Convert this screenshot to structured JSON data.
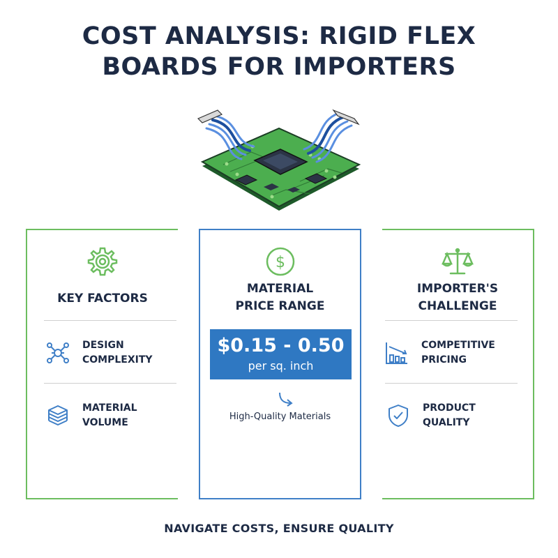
{
  "header": {
    "title_line1": "COST ANALYSIS: RIGID FLEX",
    "title_line2": "BOARDS FOR IMPORTERS"
  },
  "hero": {
    "icon": "rigid-flex-pcb-illustration"
  },
  "cards": {
    "key_factors": {
      "icon": "gear-icon",
      "heading": "KEY FACTORS",
      "items": [
        {
          "icon": "network-nodes-icon",
          "line1": "DESIGN",
          "line2": "COMPLEXITY"
        },
        {
          "icon": "layers-stack-icon",
          "line1": "MATERIAL",
          "line2": "VOLUME"
        }
      ]
    },
    "price_range": {
      "icon": "dollar-circle-icon",
      "heading_line1": "MATERIAL",
      "heading_line2": "PRICE RANGE",
      "price": "$0.15 - 0.50",
      "unit": "per sq. inch",
      "note": "High-Quality Materials"
    },
    "challenge": {
      "icon": "balance-scale-icon",
      "heading_line1": "IMPORTER'S",
      "heading_line2": "CHALLENGE",
      "items": [
        {
          "icon": "declining-bar-chart-icon",
          "line1": "COMPETITIVE",
          "line2": "PRICING"
        },
        {
          "icon": "shield-check-icon",
          "line1": "PRODUCT",
          "line2": "QUALITY"
        }
      ]
    }
  },
  "colors": {
    "green": "#6cbd5f",
    "blue": "#2f78c2",
    "navy": "#1d2a44"
  },
  "footer": "NAVIGATE COSTS, ENSURE QUALITY"
}
